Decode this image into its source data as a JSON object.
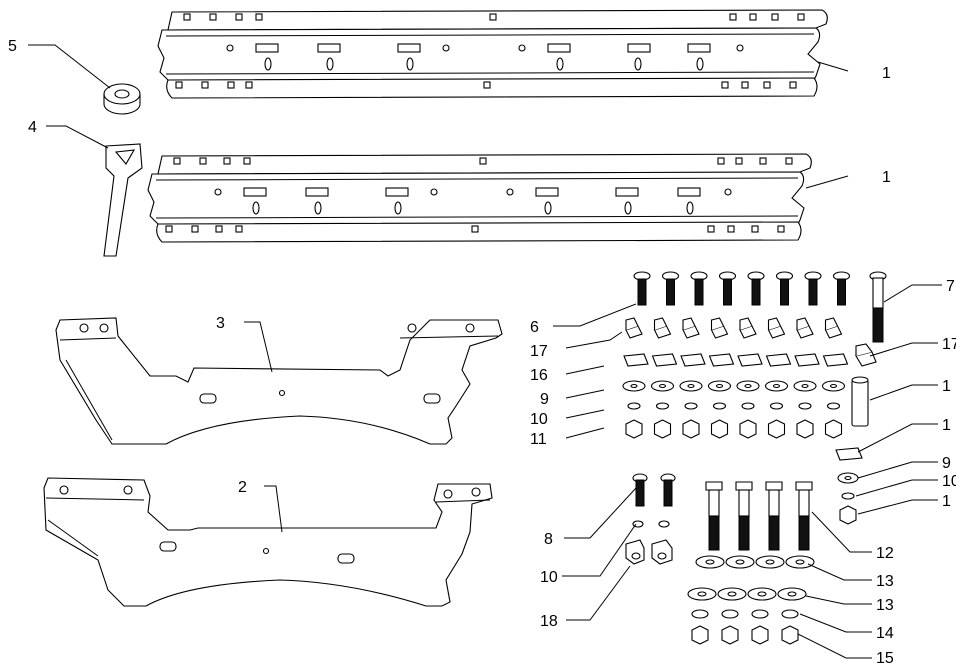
{
  "diagram": {
    "callouts": [
      {
        "id": "c5",
        "label": "5"
      },
      {
        "id": "c1a",
        "label": "1"
      },
      {
        "id": "c4",
        "label": "4"
      },
      {
        "id": "c1b",
        "label": "1"
      },
      {
        "id": "c3",
        "label": "3"
      },
      {
        "id": "c2",
        "label": "2"
      },
      {
        "id": "c6",
        "label": "6"
      },
      {
        "id": "c17",
        "label": "17"
      },
      {
        "id": "c16",
        "label": "16"
      },
      {
        "id": "c9",
        "label": "9"
      },
      {
        "id": "c10",
        "label": "10"
      },
      {
        "id": "c11",
        "label": "11"
      },
      {
        "id": "c7",
        "label": "7"
      },
      {
        "id": "c17r",
        "label": "17"
      },
      {
        "id": "c1r3",
        "label": "1"
      },
      {
        "id": "c1r4",
        "label": "1"
      },
      {
        "id": "c9r",
        "label": "9"
      },
      {
        "id": "c10r",
        "label": "10"
      },
      {
        "id": "c1r5",
        "label": "1"
      },
      {
        "id": "c8",
        "label": "8"
      },
      {
        "id": "c10b",
        "label": "10"
      },
      {
        "id": "c18",
        "label": "18"
      },
      {
        "id": "c12",
        "label": "12"
      },
      {
        "id": "c13a",
        "label": "13"
      },
      {
        "id": "c13b",
        "label": "13"
      },
      {
        "id": "c14",
        "label": "14"
      },
      {
        "id": "c15",
        "label": "15"
      }
    ]
  }
}
